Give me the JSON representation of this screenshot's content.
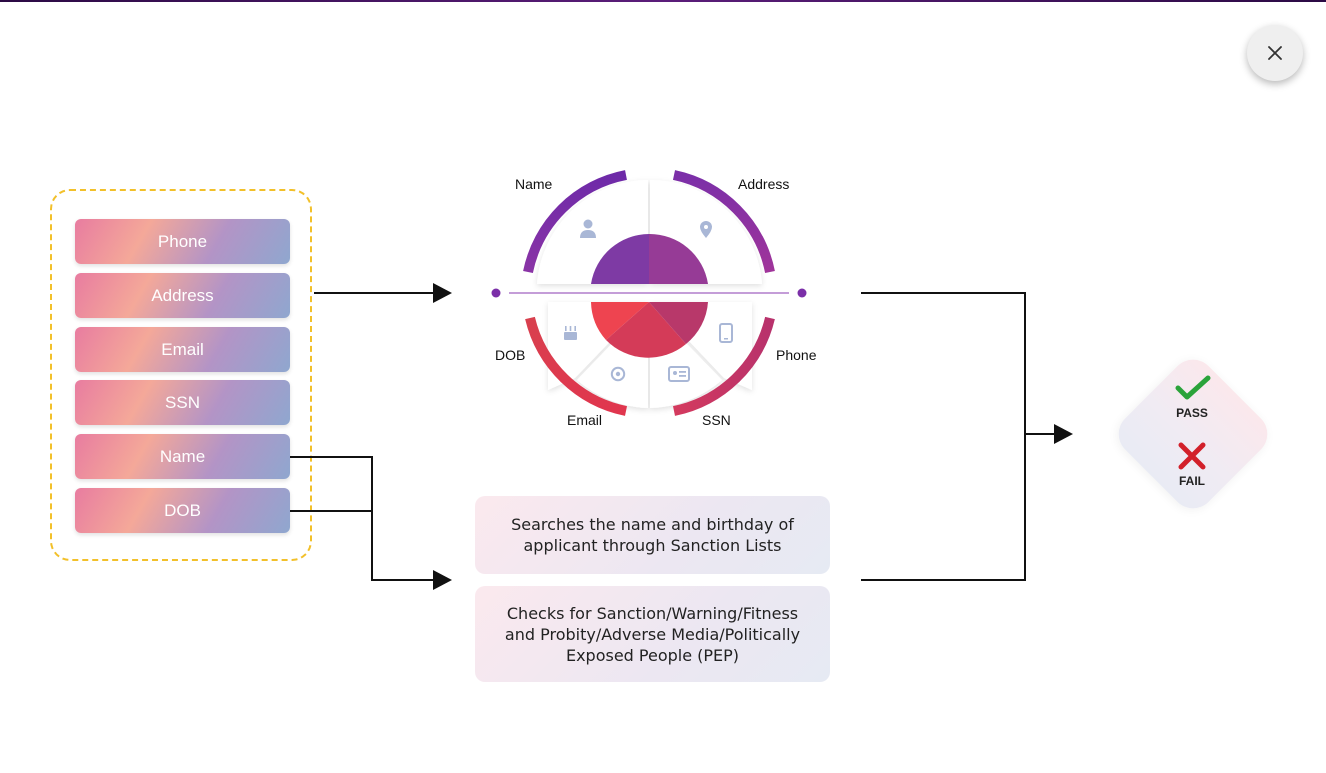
{
  "fields": [
    "Phone",
    "Address",
    "Email",
    "SSN",
    "Name",
    "DOB"
  ],
  "segments": {
    "name": "Name",
    "address": "Address",
    "dob": "DOB",
    "phone": "Phone",
    "email": "Email",
    "ssn": "SSN"
  },
  "info": {
    "search": "Searches the name and birthday of applicant through Sanction Lists",
    "checks": "Checks for Sanction/Warning/Fitness and Probity/Adverse Media/Politically Exposed People (PEP)"
  },
  "result": {
    "pass": "PASS",
    "fail": "FAIL"
  },
  "icons": [
    "close-icon",
    "person-icon",
    "location-pin-icon",
    "cake-icon",
    "email-at-icon",
    "id-card-icon",
    "phone-icon",
    "check-icon",
    "cross-icon"
  ],
  "colors": {
    "purple": "#7b2fa8",
    "red": "#e0364e",
    "accent_dashed": "#f2c02a",
    "pass": "#2aa33a",
    "fail": "#d2202a"
  }
}
